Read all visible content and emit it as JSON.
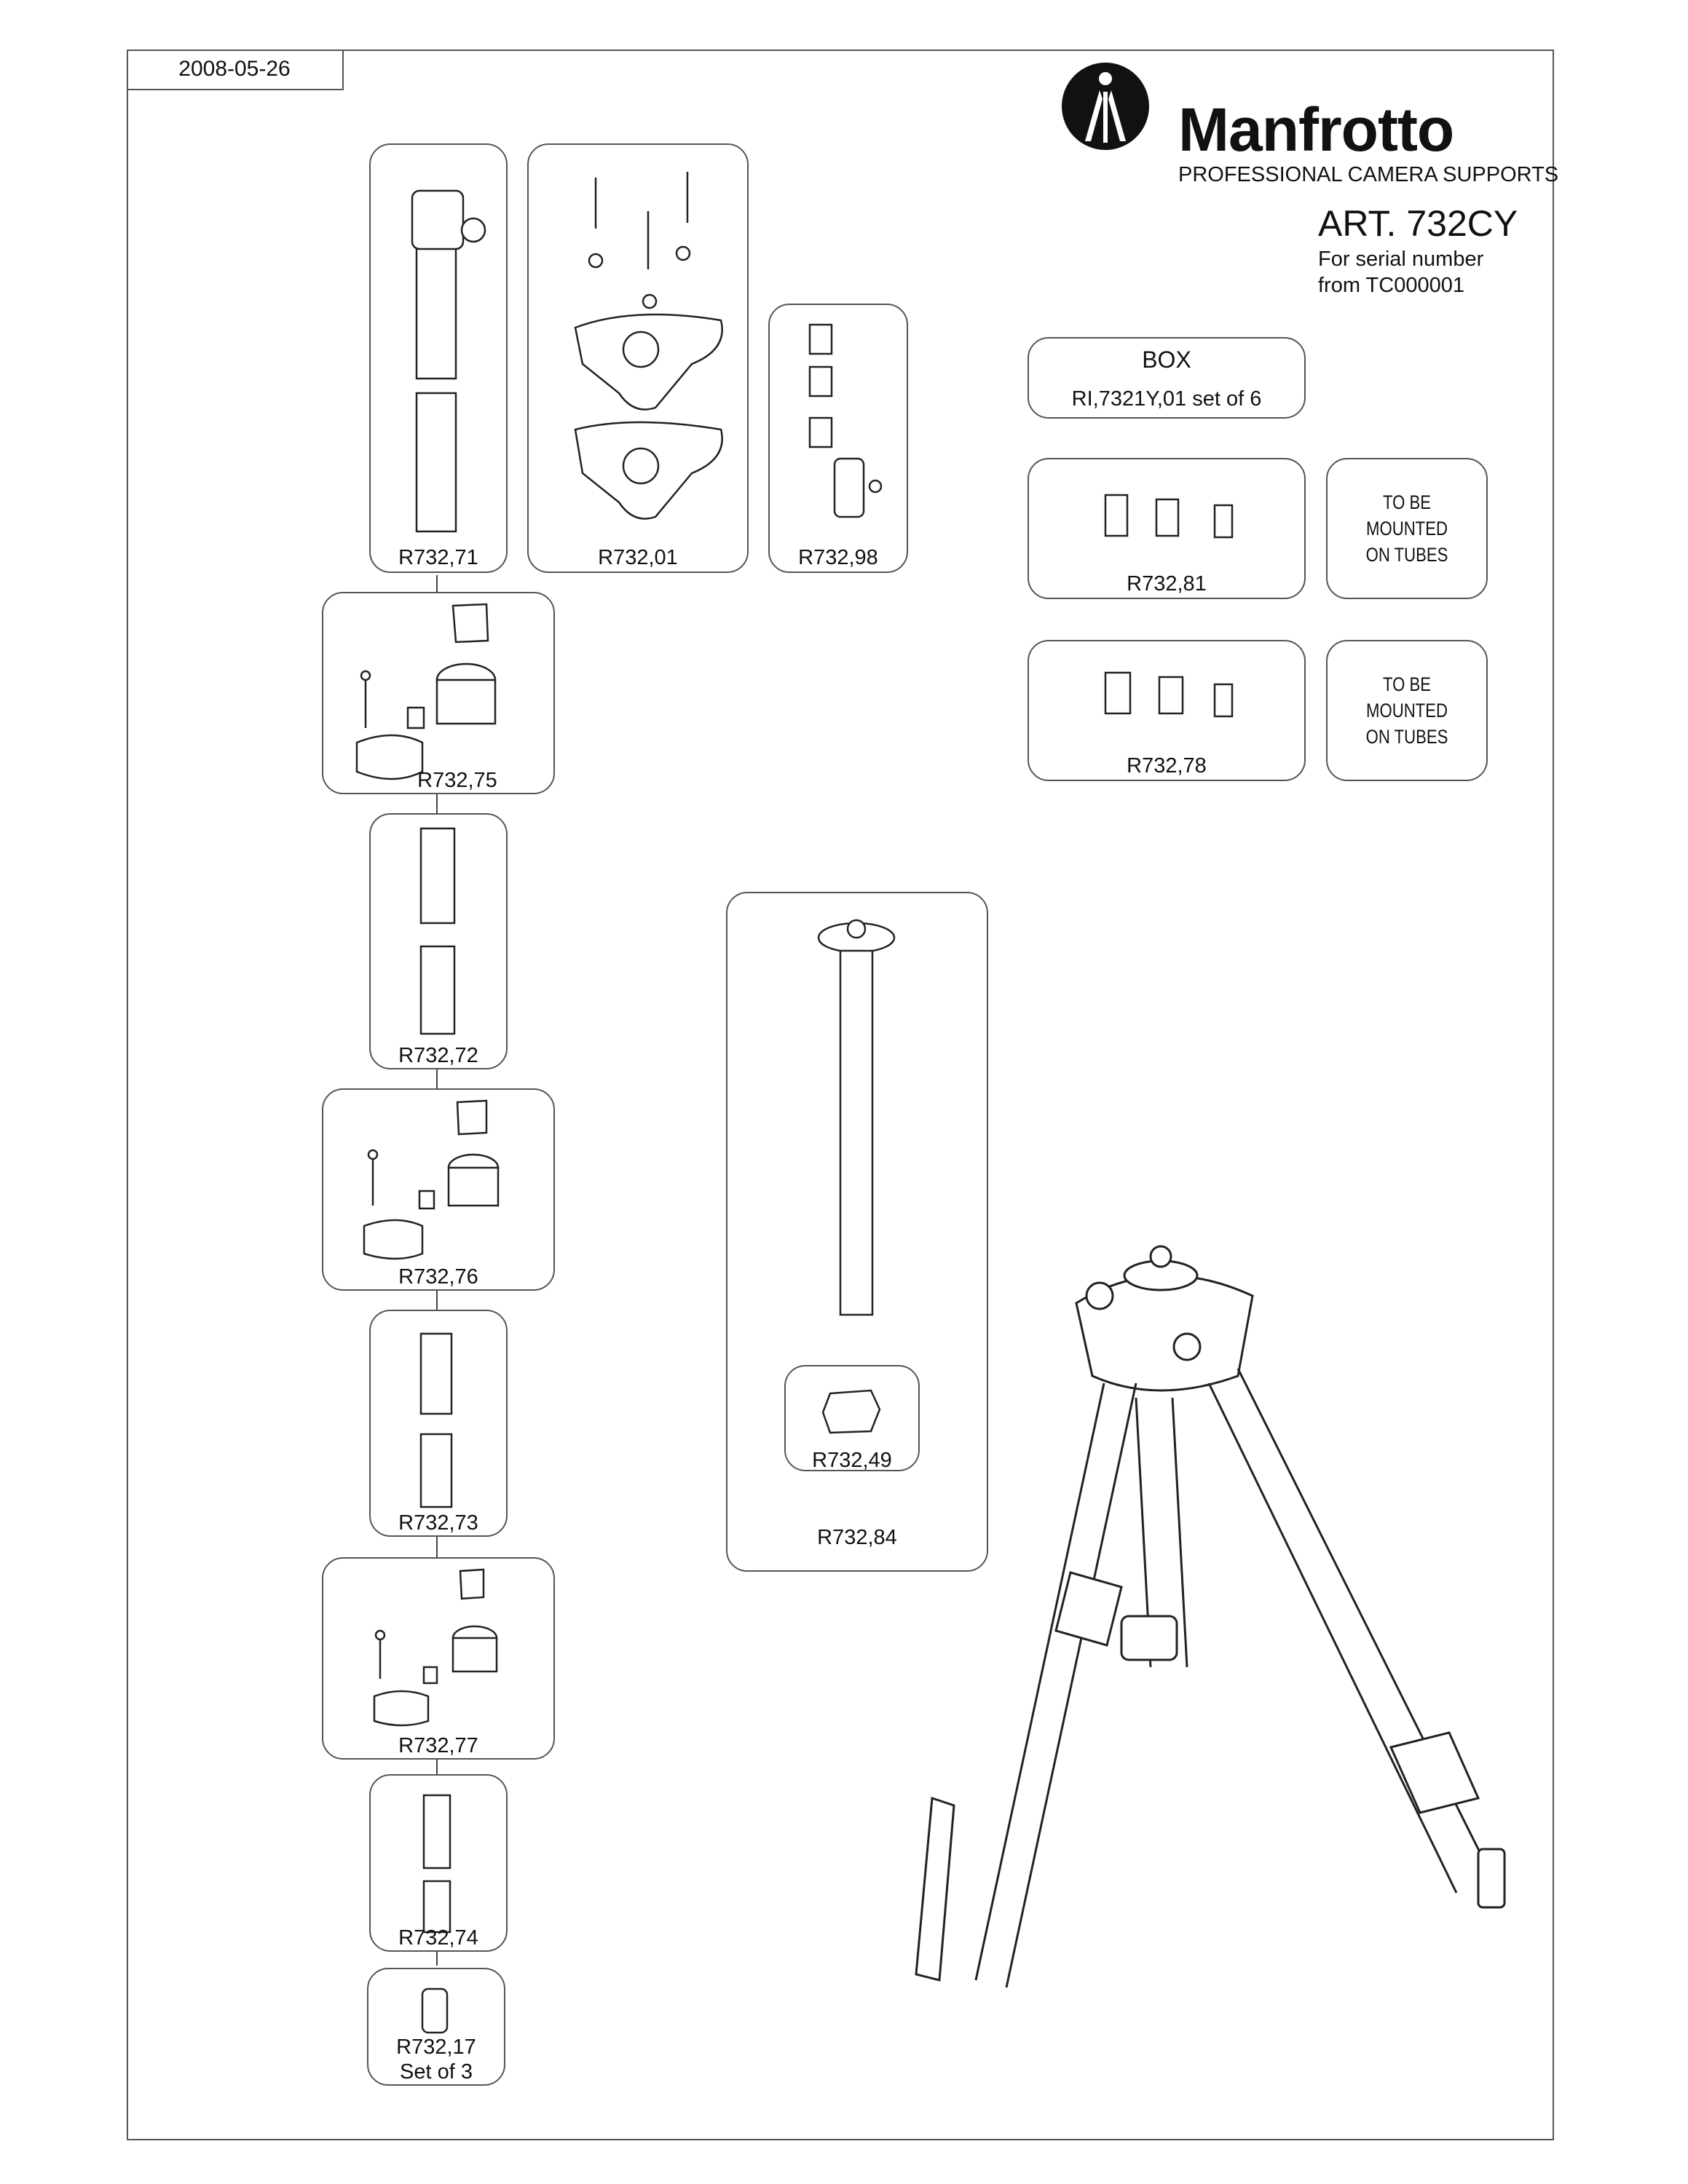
{
  "header": {
    "date": "2008-05-26",
    "brand_name": "Manfrotto",
    "brand_tagline": "PROFESSIONAL CAMERA SUPPORTS",
    "article": "ART. 732CY",
    "serial_line1": "For serial number",
    "serial_line2": "from TC000001"
  },
  "box": {
    "title": "BOX",
    "code": "RI,7321Y,01 set of 6"
  },
  "side_kits": [
    {
      "code": "R732,81",
      "note_line1": "TO BE",
      "note_line2": "MOUNTED",
      "note_line3": "ON TUBES"
    },
    {
      "code": "R732,78",
      "note_line1": "TO BE",
      "note_line2": "MOUNTED",
      "note_line3": "ON TUBES"
    }
  ],
  "parts": {
    "r71": "R732,71",
    "r01": "R732,01",
    "r98": "R732,98",
    "r75": "R732,75",
    "r72": "R732,72",
    "r76": "R732,76",
    "r73": "R732,73",
    "r77": "R732,77",
    "r74": "R732,74",
    "r17": "R732,17",
    "r17_qty": "Set of 3",
    "r84": "R732,84",
    "r49": "R732,49"
  },
  "icons": [
    "manfrotto-logo-icon",
    "tripod-illustration"
  ]
}
